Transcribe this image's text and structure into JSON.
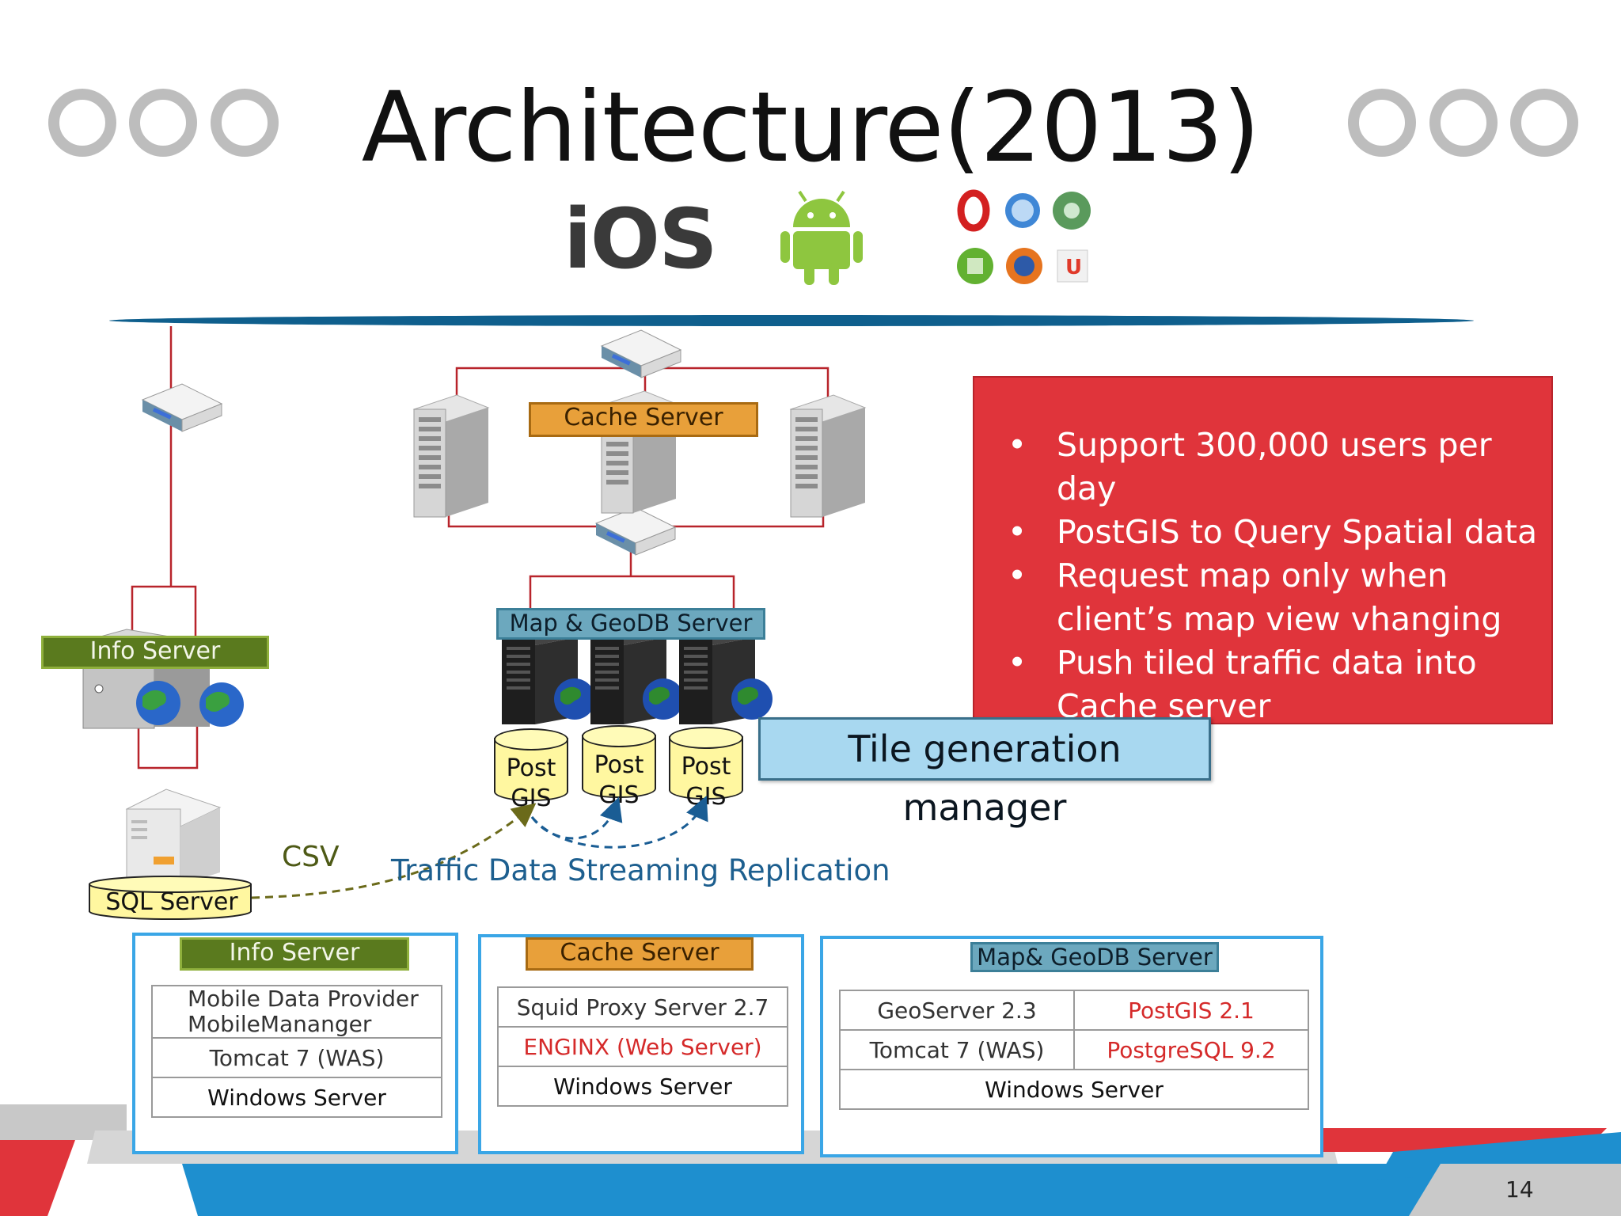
{
  "slide": {
    "title": "Architecture(2013)",
    "page_number": "14",
    "platform_logos": [
      "iOS"
    ],
    "platform_icons": [
      "android-icon",
      "opera-icon",
      "safari-icon",
      "chrome-icon",
      "windows-icon",
      "firefox-icon",
      "uc-browser-icon"
    ]
  },
  "diagram": {
    "cache_server_label": "Cache Server",
    "map_server_label": "Map & GeoDB Server",
    "info_server_label": "Info Server",
    "sql_server_label": "SQL Server",
    "postgis": [
      "Post\nGIS",
      "Post\nGIS",
      "Post\nGIS"
    ],
    "csv_label": "CSV",
    "replication_label": "Traffic Data Streaming Replication",
    "tile_manager": "Tile generation manager"
  },
  "notes": {
    "bullet_glyph": "•",
    "bullets": [
      "Support 300,000 users per day",
      "PostGIS to Query Spatial data",
      "Request map only when client’s map view vhanging",
      "Push tiled traffic data into Cache server"
    ]
  },
  "specs": {
    "info": {
      "header": "Info Server",
      "rows": [
        "Mobile Data Provider\nMobileMananger",
        "Tomcat 7 (WAS)",
        "Windows Server"
      ]
    },
    "cache": {
      "header": "Cache Server",
      "rows": [
        "Squid Proxy Server 2.7",
        "ENGINX (Web Server)",
        "Windows Server"
      ]
    },
    "map": {
      "header": "Map& GeoDB Server",
      "rows": [
        [
          "GeoServer 2.3",
          "PostGIS 2.1"
        ],
        [
          "Tomcat 7 (WAS)",
          "PostgreSQL 9.2"
        ],
        [
          "Windows Server"
        ]
      ]
    }
  },
  "colors": {
    "accent_red": "#e0343b",
    "accent_blue": "#1e8fcf",
    "panel_border": "#3aa6e6",
    "text_red": "#d52a2a"
  }
}
